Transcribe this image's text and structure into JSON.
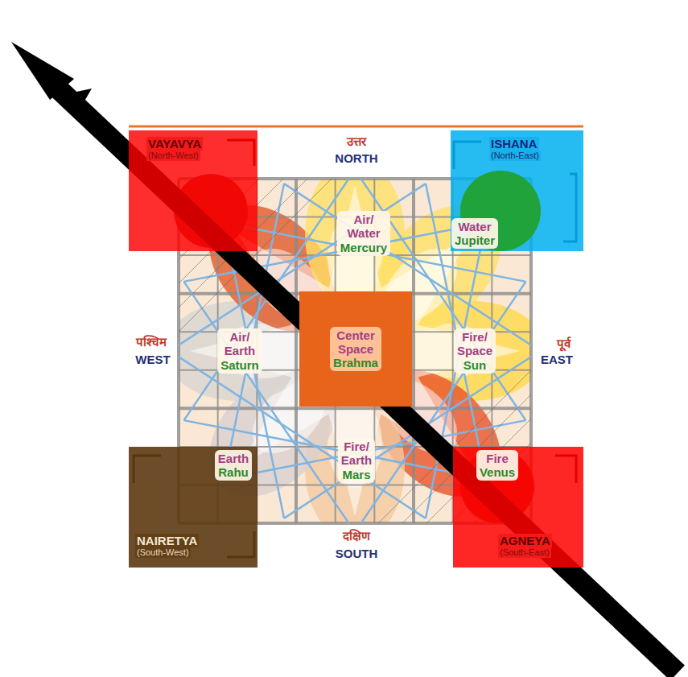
{
  "diagram": {
    "nodes": [
      {
        "text": [
          "VAYAVYA",
          "(North-West)"
        ]
      },
      {
        "text": [
          "ISHANA",
          "(North-East)"
        ]
      },
      {
        "text": [
          "Air/ Water",
          "Mercury"
        ]
      },
      {
        "text": [
          "Water",
          "Jupiter"
        ],
        "in": 1
      },
      {
        "text": [
          "Air/ Earth",
          "Saturn"
        ]
      },
      {
        "text": [
          "Center Space",
          "Brahma"
        ]
      },
      {
        "text": [
          "Fire/ Space",
          "Sun"
        ]
      },
      {
        "text": [
          "NAIRETYA",
          "(South-West)"
        ]
      },
      {
        "text": [
          "Earth",
          "Rahu"
        ],
        "in": 7
      },
      {
        "text": [
          "Fire/ Earth",
          "Mars"
        ]
      },
      {
        "text": [
          "AGNEYA",
          "(South-East)"
        ]
      },
      {
        "text": [
          "Fire",
          "Venus"
        ],
        "in": 10
      }
    ],
    "labels": [
      "उत्तर",
      "NORTH",
      "पश्चिम",
      "WEST",
      "पूर्व",
      "EAST",
      "दक्षिण",
      "SOUTH"
    ]
  }
}
